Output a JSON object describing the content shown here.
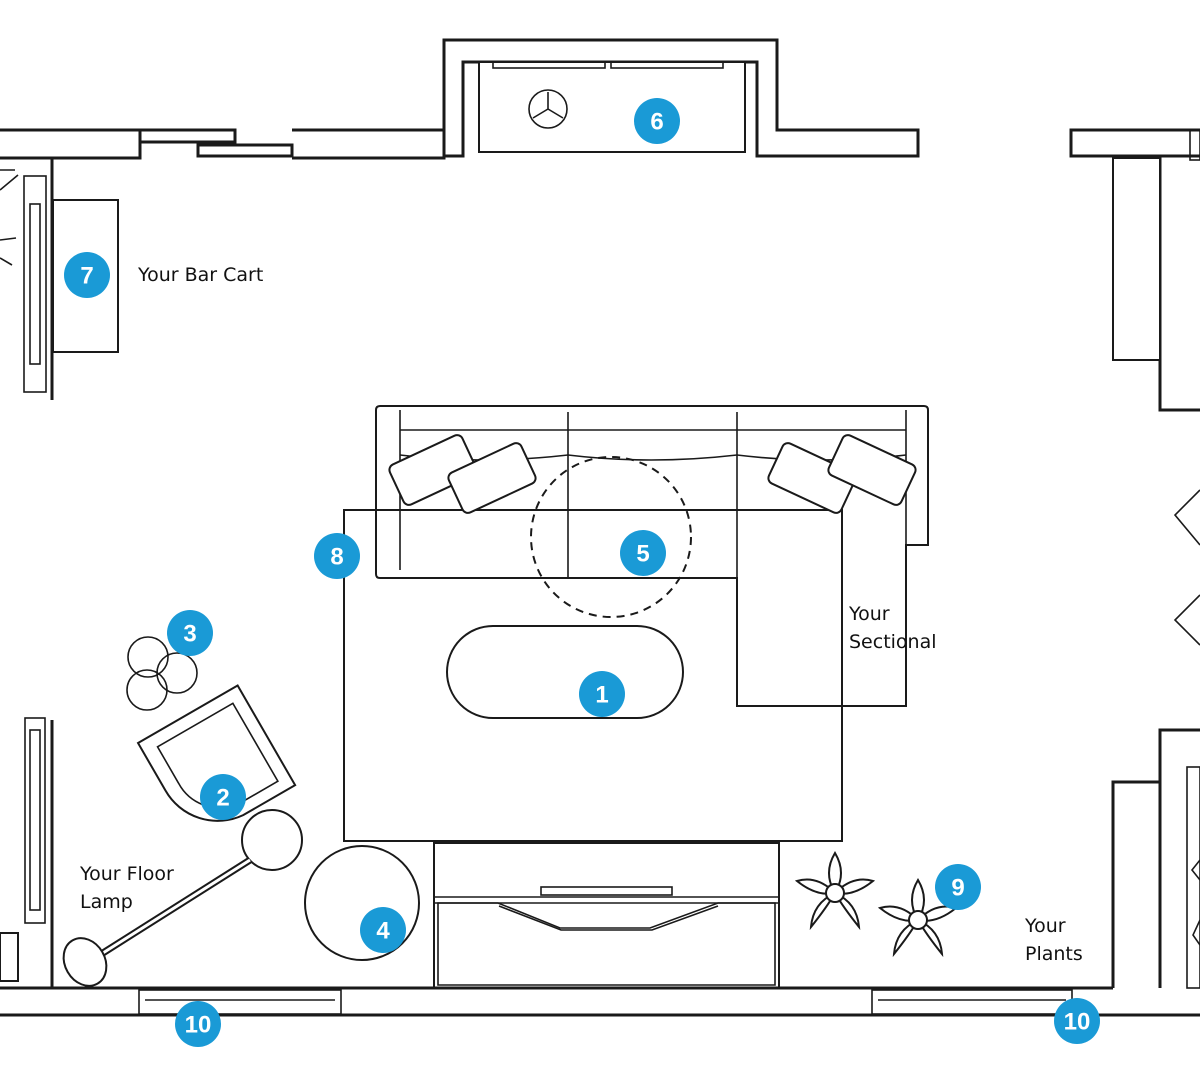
{
  "labels": {
    "bar_cart": "Your Bar Cart",
    "sectional_line1": "Your",
    "sectional_line2": "Sectional",
    "floor_lamp_line1": "Your Floor",
    "floor_lamp_line2": "Lamp",
    "plants_line1": "Your",
    "plants_line2": "Plants"
  },
  "markers": [
    {
      "id": "1",
      "label": "1"
    },
    {
      "id": "2",
      "label": "2"
    },
    {
      "id": "3",
      "label": "3"
    },
    {
      "id": "4",
      "label": "4"
    },
    {
      "id": "5",
      "label": "5"
    },
    {
      "id": "6",
      "label": "6"
    },
    {
      "id": "7",
      "label": "7"
    },
    {
      "id": "8",
      "label": "8"
    },
    {
      "id": "9",
      "label": "9"
    },
    {
      "id": "10a",
      "label": "10"
    },
    {
      "id": "10b",
      "label": "10"
    }
  ],
  "colors": {
    "marker": "#1a9ad6",
    "marker_text": "#ffffff",
    "line": "#1a1a1a",
    "background": "#ffffff"
  }
}
